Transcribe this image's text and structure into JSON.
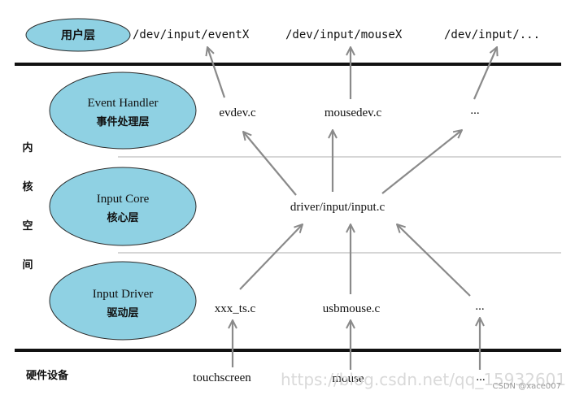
{
  "colors": {
    "ellipse_fill": "#8fd1e3",
    "ellipse_stroke": "#2a2a2a",
    "arrow": "#8a8a8a",
    "thick_line": "#111111",
    "thin_line": "#c8c8c8",
    "watermark": "#d9d9d9"
  },
  "user_space": {
    "layer_label": "用户层",
    "device_nodes": [
      "/dev/input/eventX",
      "/dev/input/mouseX",
      "/dev/input/..."
    ]
  },
  "kernel_space": {
    "vertical_label": [
      "内",
      "核",
      "空",
      "间"
    ],
    "layers": [
      {
        "title": "Event Handler",
        "subtitle": "事件处理层"
      },
      {
        "title": "Input Core",
        "subtitle": "核心层"
      },
      {
        "title": "Input Driver",
        "subtitle": "驱动层"
      }
    ],
    "handlers": [
      "evdev.c",
      "mousedev.c",
      "..."
    ],
    "core": "driver/input/input.c",
    "drivers": [
      "xxx_ts.c",
      "usbmouse.c",
      "..."
    ]
  },
  "hardware": {
    "label": "硬件设备",
    "devices": [
      "touchscreen",
      "mouse",
      "..."
    ]
  },
  "watermark": {
    "url": "https://blog.csdn.net/qq_15932601",
    "credit": "CSDN @xace007"
  }
}
